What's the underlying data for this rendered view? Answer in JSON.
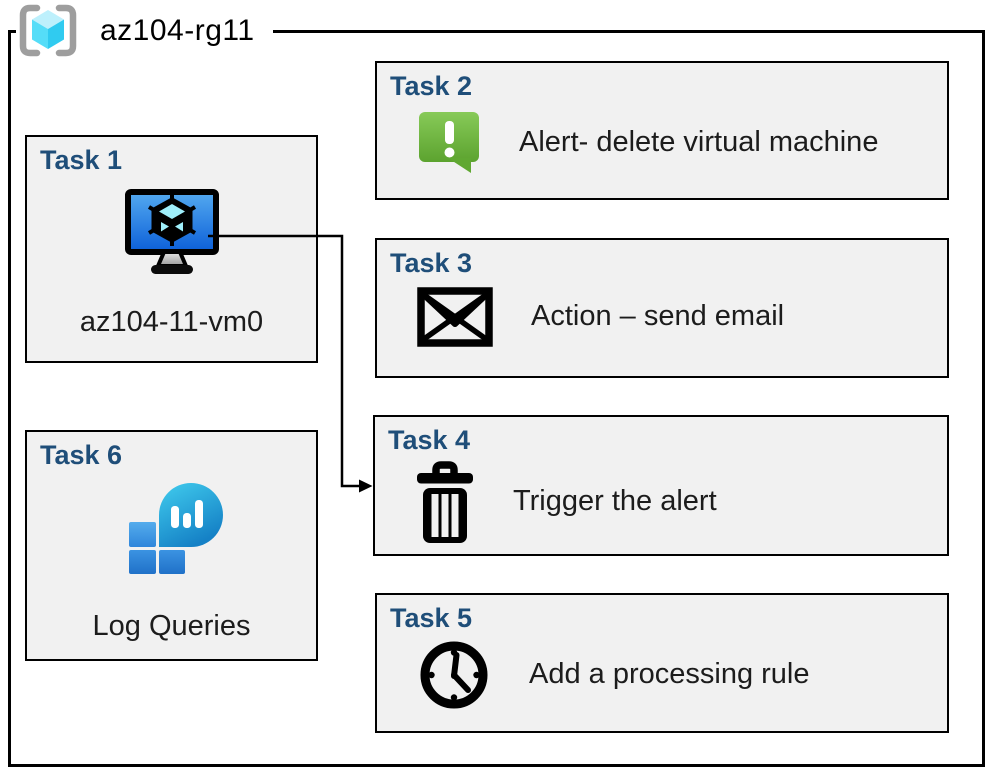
{
  "diagram": {
    "group_title": "az104-rg11",
    "group_icon": "resource-group-icon"
  },
  "tasks": {
    "task1": {
      "label": "Task 1",
      "caption": "az104-11-vm0",
      "icon": "virtual-machine-icon"
    },
    "task2": {
      "label": "Task 2",
      "text": "Alert- delete virtual machine",
      "icon": "alert-bubble-icon"
    },
    "task3": {
      "label": "Task 3",
      "text": "Action – send email",
      "icon": "email-envelope-icon"
    },
    "task4": {
      "label": "Task 4",
      "text": "Trigger the alert",
      "icon": "trash-icon"
    },
    "task5": {
      "label": "Task 5",
      "text": "Add a processing rule",
      "icon": "clock-icon"
    },
    "task6": {
      "label": "Task 6",
      "caption": "Log Queries",
      "icon": "log-analytics-icon"
    }
  },
  "connector": {
    "from": "task1",
    "to": "task4"
  },
  "colors": {
    "header_blue": "#1F4E79",
    "box_fill": "#F1F1F1",
    "border": "#000000",
    "alert_green": "#76B83F",
    "vm_screen_blue": "#1E6FD9",
    "log_teal": "#29B6D8",
    "rg_cube_cyan": "#50E6FF",
    "rg_bracket_gray": "#9E9E9E"
  }
}
